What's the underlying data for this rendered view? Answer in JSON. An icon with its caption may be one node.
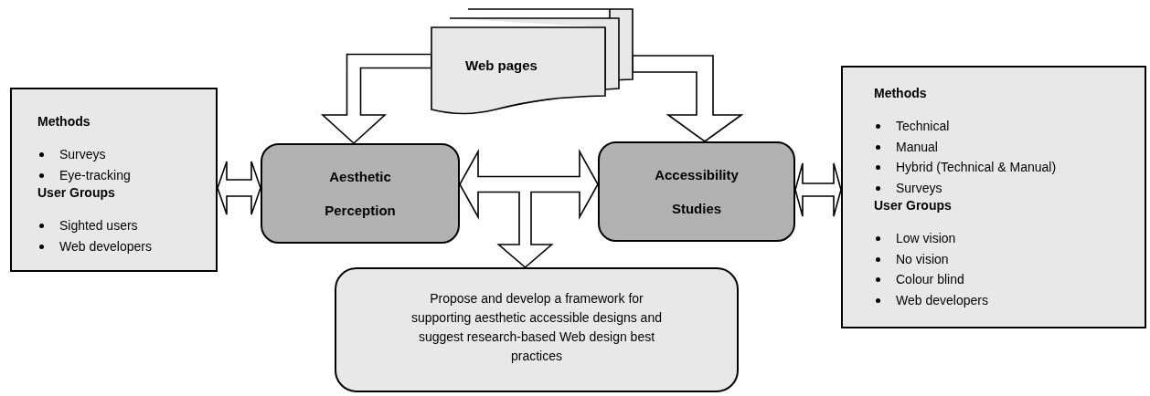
{
  "diagram": {
    "nodes": [
      {
        "text": [
          "Methods",
          "Surveys",
          "Eye-tracking",
          "User Groups",
          "Sighted users",
          "Web developers"
        ]
      },
      {
        "text": [
          "Web pages"
        ]
      },
      {
        "text": [
          "Aesthetic",
          "Perception"
        ]
      },
      {
        "text": [
          "Accessibility",
          "Studies"
        ]
      },
      {
        "text": [
          "Methods",
          "Technical",
          "Manual",
          "Hybrid (Technical & Manual)",
          "Surveys",
          "User Groups",
          "Low vision",
          "No vision",
          "Colour blind",
          "Web developers"
        ]
      },
      {
        "text": [
          "Propose and develop a framework for supporting aesthetic accessible designs and suggest research-based Web design best practices"
        ]
      }
    ],
    "edges": [
      {
        "from": 0,
        "to": 2,
        "arrow": "both"
      },
      {
        "from": 1,
        "to": 2,
        "arrow": "to"
      },
      {
        "from": 1,
        "to": 3,
        "arrow": "to"
      },
      {
        "from": 2,
        "to": 3,
        "arrow": "both"
      },
      {
        "from": 2,
        "to": 5,
        "arrow": "both"
      },
      {
        "from": 3,
        "to": 5,
        "arrow": "both"
      },
      {
        "from": 3,
        "to": 4,
        "arrow": "both"
      }
    ]
  }
}
